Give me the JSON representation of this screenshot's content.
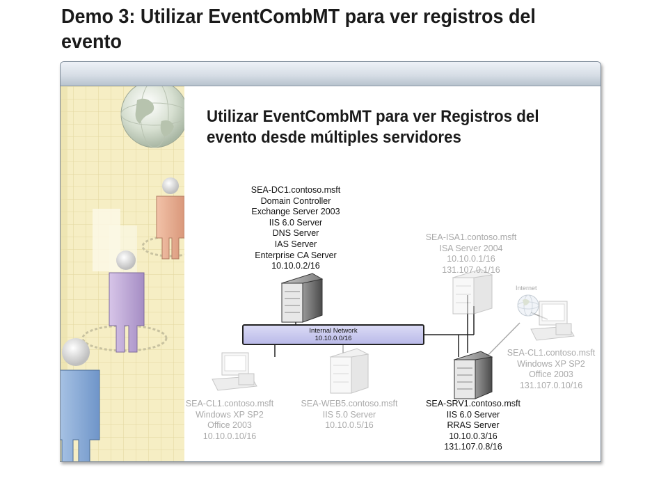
{
  "title": "Demo 3: Utilizar EventCombMT para ver registros del evento",
  "panel": {
    "heading": "Utilizar EventCombMT para ver Registros del evento desde múltiples servidores"
  },
  "network": {
    "name": "Internal Network",
    "address": "10.10.0.0/16"
  },
  "internet_label": "Internet",
  "nodes": {
    "dc1": [
      "SEA-DC1.contoso.msft",
      "Domain Controller",
      "Exchange Server 2003",
      "IIS 6.0 Server",
      "DNS Server",
      "IAS Server",
      "Enterprise CA Server",
      "10.10.0.2/16"
    ],
    "isa1": [
      "SEA-ISA1.contoso.msft",
      "ISA Server 2004",
      "10.10.0.1/16",
      "131.107.0.1/16"
    ],
    "cl1_internal": [
      "SEA-CL1.contoso.msft",
      "Windows XP SP2",
      "Office 2003",
      "10.10.0.10/16"
    ],
    "web5": [
      "SEA-WEB5.contoso.msft",
      "IIS 5.0 Server",
      "10.10.0.5/16"
    ],
    "srv1": [
      "SEA-SRV1.contoso.msft",
      "IIS 6.0 Server",
      "RRAS Server",
      "10.10.0.3/16",
      "131.107.0.8/16"
    ],
    "cl1_internet": [
      "SEA-CL1.contoso.msft",
      "Windows XP SP2",
      "Office 2003",
      "131.107.0.10/16"
    ]
  },
  "colors": {
    "network_fill": "#c9c9ef",
    "faded_text": "#a9a9a9",
    "panel_bar": "#d7dee6",
    "art_background": "#f6eec4"
  },
  "icons": [
    "globe-icon",
    "person-icon",
    "server-icon",
    "workstation-icon",
    "internet-globe-icon"
  ]
}
